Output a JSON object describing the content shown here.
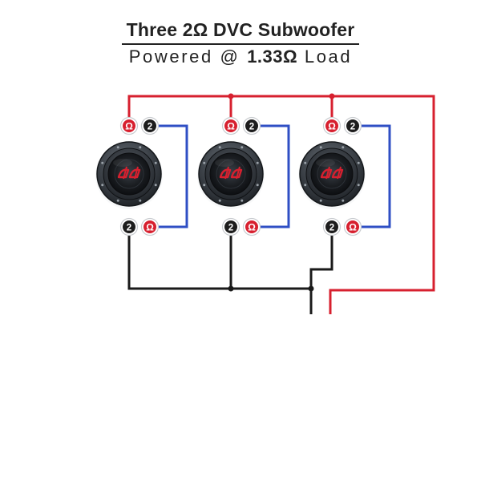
{
  "title": "Three 2Ω DVC Subwoofer",
  "subtitle": {
    "prefix": "Powered @",
    "value": "1.33Ω",
    "suffix": "Load"
  },
  "terminals": {
    "positive_symbol": "Ω",
    "negative_symbol": "2"
  },
  "colors": {
    "positive_wire": "#d7202f",
    "negative_wire": "#1a1a1a",
    "coil_jumper": "#2f4fc4",
    "positive_terminal": "#d7202f",
    "negative_terminal": "#1d1d1d",
    "speaker_body": "#1e2227",
    "logo": "#d7202f"
  },
  "subwoofers": [
    {
      "name": "subwoofer-1",
      "logo": "dd"
    },
    {
      "name": "subwoofer-2",
      "logo": "dd"
    },
    {
      "name": "subwoofer-3",
      "logo": "dd"
    }
  ]
}
